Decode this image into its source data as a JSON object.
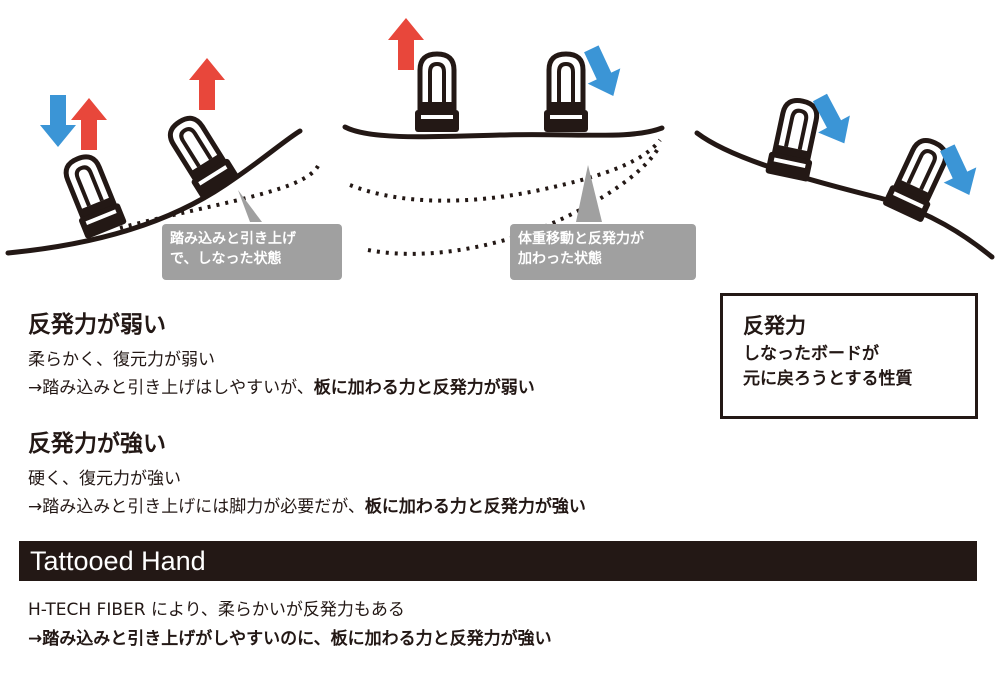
{
  "colors": {
    "up_arrow": "#e8473b",
    "down_arrow": "#3b95d6",
    "ink": "#231815",
    "callout_bg": "#a0a0a0"
  },
  "diagram": {
    "callout_left": [
      "踏み込みと引き上げ",
      "で、しなった状態"
    ],
    "callout_right": [
      "体重移動と反発力が",
      "加わった状態"
    ]
  },
  "weak": {
    "title": "反発力が弱い",
    "line1": "柔らかく、復元力が弱い",
    "line2_normal": "→踏み込みと引き上げはしやすいが、",
    "line2_bold": "板に加わる力と反発力が弱い"
  },
  "strong": {
    "title": "反発力が強い",
    "line1": "硬く、復元力が強い",
    "line2_normal": "→踏み込みと引き上げには脚力が必要だが、",
    "line2_bold": "板に加わる力と反発力が強い"
  },
  "definition": {
    "title": "反発力",
    "lines": [
      "しなったボードが",
      "元に戻ろうとする性質"
    ]
  },
  "product": {
    "name": "Tattooed Hand",
    "line1": "H-TECH FIBER により、柔らかいが反発力もある",
    "line2": "→踏み込みと引き上げがしやすいのに、板に加わる力と反発力が強い"
  }
}
